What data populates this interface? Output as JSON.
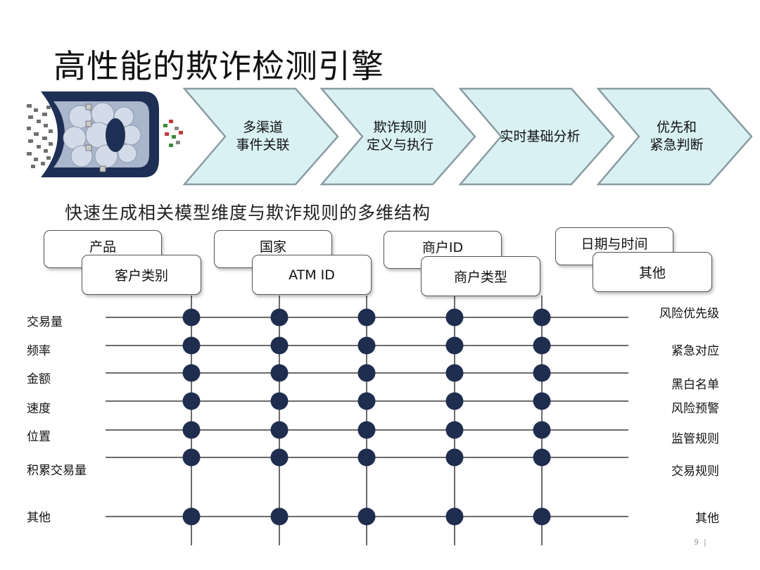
{
  "title": "高性能的欺诈检测引擎",
  "subtitle": "快速生成相关模型维度与欺诈规则的多维结构",
  "pipeline": [
    {
      "label": "多渠道\n事件关联"
    },
    {
      "label": "欺诈规则\n定义与执行"
    },
    {
      "label": "实时基础分析"
    },
    {
      "label": "优先和\n紧急判断"
    }
  ],
  "categories": {
    "product": "产品",
    "customer_type": "客户类别",
    "country": "国家",
    "atm_id": "ATM ID",
    "merchant_id": "商户ID",
    "merchant_type": "商户类型",
    "date_time": "日期与时间",
    "other": "其他"
  },
  "left_labels": [
    "交易量",
    "频率",
    "金额",
    "速度",
    "位置",
    "积累交易量",
    "其他"
  ],
  "right_labels": [
    "风险优先级",
    "紧急对应",
    "黑白名单",
    "风险预警",
    "监管规则",
    "交易规则",
    "其他"
  ],
  "page_number": "9",
  "colors": {
    "chevron_fill": "#d9f1f3",
    "chevron_stroke": "#8a9ca2",
    "node": "#1f2d4f",
    "line": "#3a3a3a"
  }
}
